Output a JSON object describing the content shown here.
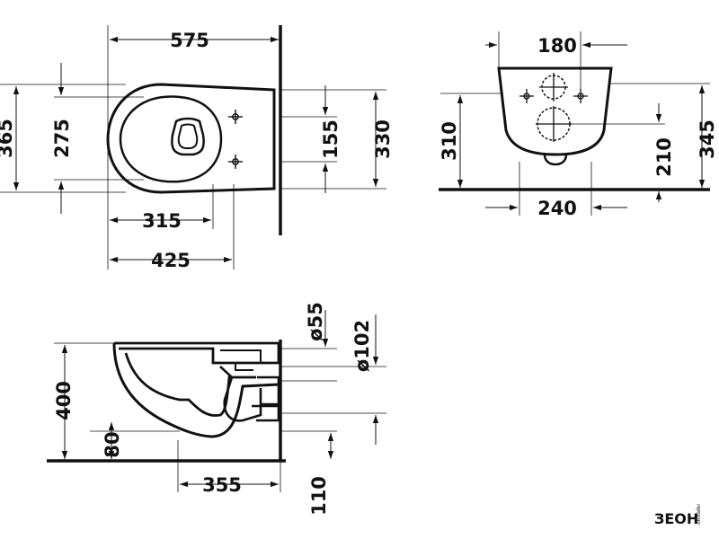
{
  "top_view": {
    "length": "575",
    "depth_outer": "365",
    "depth_inner": "275",
    "bolt_spacing": "155",
    "wall_height": "330",
    "rim_front": "315",
    "rim_total": "425"
  },
  "back_view": {
    "bolt_width": "180",
    "height_total": "310",
    "outlet_height": "210",
    "overall_height": "345",
    "base_width": "240"
  },
  "side_view": {
    "inlet_diameter": "ø55",
    "outlet_diameter": "ø102",
    "height": "400",
    "floor_clear": "80",
    "projection": "355",
    "outlet_offset": "110"
  },
  "brand": {
    "name": "ЗЕОН",
    "tagline": "онлайн"
  },
  "colors": {
    "line": "#111111",
    "background": "#ffffff"
  }
}
